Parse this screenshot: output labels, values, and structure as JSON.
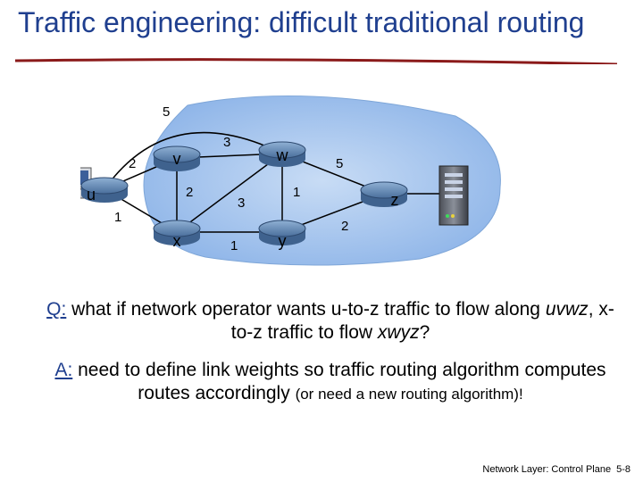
{
  "title": "Traffic engineering: difficult traditional routing",
  "graph": {
    "nodes": [
      {
        "id": "u",
        "label": "u"
      },
      {
        "id": "v",
        "label": "v"
      },
      {
        "id": "w",
        "label": "w"
      },
      {
        "id": "x",
        "label": "x"
      },
      {
        "id": "y",
        "label": "y"
      },
      {
        "id": "z",
        "label": "z"
      }
    ],
    "edges": [
      {
        "from": "u",
        "to": "v",
        "weight": "2"
      },
      {
        "from": "u",
        "to": "x",
        "weight": "1"
      },
      {
        "from": "v",
        "to": "x",
        "weight": "2"
      },
      {
        "from": "v",
        "to": "w",
        "weight": "3"
      },
      {
        "from": "u",
        "to": "w",
        "weight": "5"
      },
      {
        "from": "x",
        "to": "w",
        "weight": "3"
      },
      {
        "from": "x",
        "to": "y",
        "weight": "1"
      },
      {
        "from": "w",
        "to": "y",
        "weight": "1"
      },
      {
        "from": "w",
        "to": "z",
        "weight": "5"
      },
      {
        "from": "y",
        "to": "z",
        "weight": "2"
      }
    ]
  },
  "question": {
    "tag": "Q:",
    "text1": " what if network operator wants u-to-z traffic to flow along ",
    "path1": "uvwz",
    "text2": ", x-to-z traffic to flow ",
    "path2": "xwyz",
    "text3": "?"
  },
  "answer": {
    "tag": "A:",
    "text1": " need to define link weights so traffic routing algorithm computes routes accordingly ",
    "aside": "(or need a new routing algorithm)!"
  },
  "footer": {
    "section": "Network Layer: Control Plane",
    "page": "5-8"
  },
  "colors": {
    "title": "#1f3f8f",
    "cloud": "#8db4e8",
    "router": "#4a6f9c",
    "rule": "#8b1a1a"
  }
}
